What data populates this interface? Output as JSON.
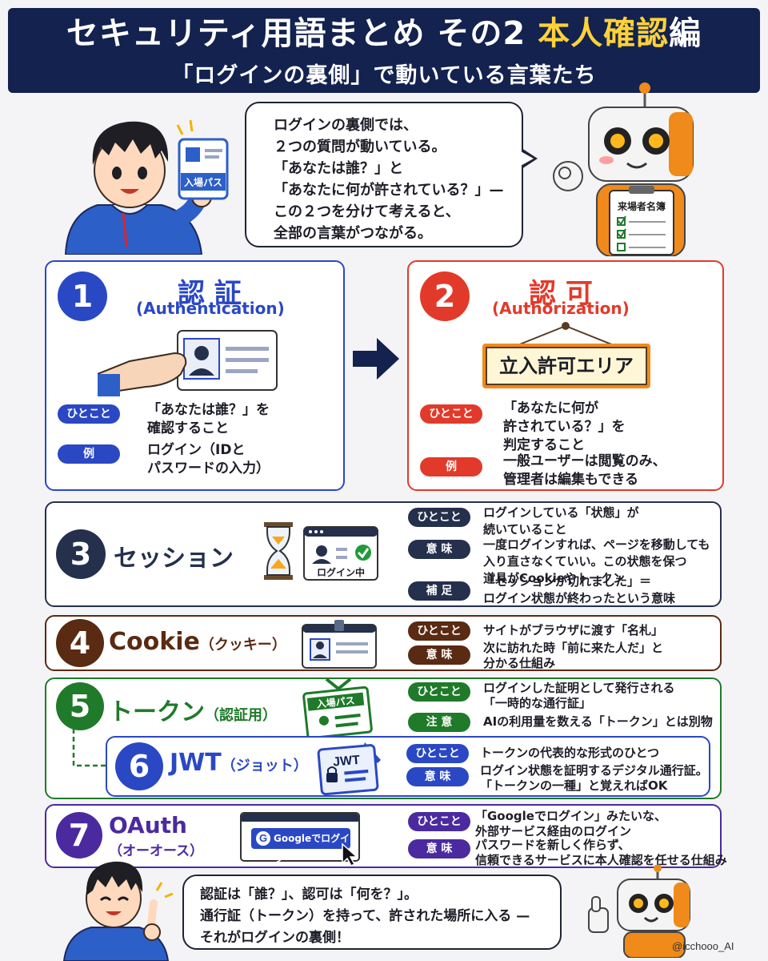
{
  "header": {
    "title_main": "セキュリティ用語まとめ その2 ",
    "title_highlight": "本人確認",
    "title_suffix": "編",
    "subtitle": "「ログインの裏側」で動いている言葉たち"
  },
  "intro": {
    "badge_label": "入場パス",
    "bubble_lines": [
      "ログインの裏側では、",
      "２つの質問が動いている。",
      "「あなたは誰？」と",
      "「あなたに何が許されている？」—",
      "この２つを分けて考えると、",
      "全部の言葉がつながる。"
    ],
    "clipboard_label": "来場者名簿"
  },
  "authn": {
    "number": "1",
    "title": "認 証",
    "subtitle": "(Authentication)",
    "tag1": "ひとこと",
    "desc1_lines": [
      "「あなたは誰？」を",
      "確認すること"
    ],
    "tag2": "例",
    "desc2_lines": [
      "ログイン（IDと",
      "パスワードの入力）"
    ]
  },
  "authz": {
    "number": "2",
    "title": "認 可",
    "subtitle": "(Authorization)",
    "sign": "立入許可エリア",
    "tag1": "ひとこと",
    "desc1_lines": [
      "「あなたに何が",
      "許されている？」を",
      "判定すること"
    ],
    "tag2": "例",
    "desc2_lines": [
      "一般ユーザーは閲覧のみ、",
      "管理者は編集もできる"
    ]
  },
  "session": {
    "number": "3",
    "title": "セッション",
    "window_label": "ログイン中",
    "tag1": "ひとこと",
    "desc1_lines": [
      "ログインしている「状態」が",
      "続いていること"
    ],
    "tag2": "意 味",
    "desc2_lines": [
      "一度ログインすれば、ページを移動しても",
      "入り直さなくていい。この状態を保つ",
      "道具がCookieやトークン"
    ],
    "tag3": "補 足",
    "desc3_lines": [
      "「セッションが切れました」＝",
      "ログイン状態が終わったという意味"
    ]
  },
  "cookie": {
    "number": "4",
    "title": "Cookie",
    "title_sub": "（クッキー）",
    "tag1": "ひとこと",
    "desc1": "サイトがブラウザに渡す「名札」",
    "tag2": "意 味",
    "desc2_lines": [
      "次に訪れた時「前に来た人だ」と",
      "分かる仕組み"
    ]
  },
  "token": {
    "number": "5",
    "title": "トークン",
    "title_sub": "（認証用）",
    "badge_label": "入場パス",
    "tag1": "ひとこと",
    "desc1_lines": [
      "ログインした証明として発行される",
      "「一時的な通行証」"
    ],
    "tag2": "注 意",
    "desc2": "AIの利用量を数える「トークン」とは別物"
  },
  "jwt": {
    "number": "6",
    "title": "JWT",
    "title_sub": "（ジョット）",
    "card_label": "JWT",
    "tag1": "ひとこと",
    "desc1": "トークンの代表的な形式のひとつ",
    "tag2": "意 味",
    "desc2_lines": [
      "ログイン状態を証明するデジタル通行証。",
      "「トークンの一種」と覚えればOK"
    ]
  },
  "oauth": {
    "number": "7",
    "title": "OAuth",
    "title_sub": "（オーオース）",
    "google_button": "Googleでログイン",
    "tag1": "ひとこと",
    "desc1_lines": [
      "「Googleでログイン」みたいな、",
      "外部サービス経由のログイン"
    ],
    "tag2": "意 味",
    "desc2_lines": [
      "パスワードを新しく作らず、",
      "信頼できるサービスに本人確認を任せる仕組み"
    ]
  },
  "outro": {
    "bubble_lines": [
      "認証は「誰？」、認可は「何を？」。",
      "通行証（トークン）を持って、許された場所に入る —",
      "それがログインの裏側！"
    ]
  },
  "credit": "@icchooo_AI",
  "colors": {
    "navy": "#13224f",
    "authn_blue": "#2a48c4",
    "authz_red": "#e23a2a",
    "session_slate": "#24304c",
    "cookie_brown": "#5a2a12",
    "token_green": "#1f7a2a",
    "oauth_purple": "#4b2aa0",
    "highlight_yellow": "#ffd23a"
  },
  "icons": [
    "boy-character-icon",
    "robot-character-icon",
    "id-card-icon",
    "hand-icon",
    "arrow-right-icon",
    "hourglass-icon",
    "browser-window-icon",
    "check-icon",
    "badge-icon",
    "lock-icon",
    "google-g-icon",
    "cursor-icon"
  ]
}
